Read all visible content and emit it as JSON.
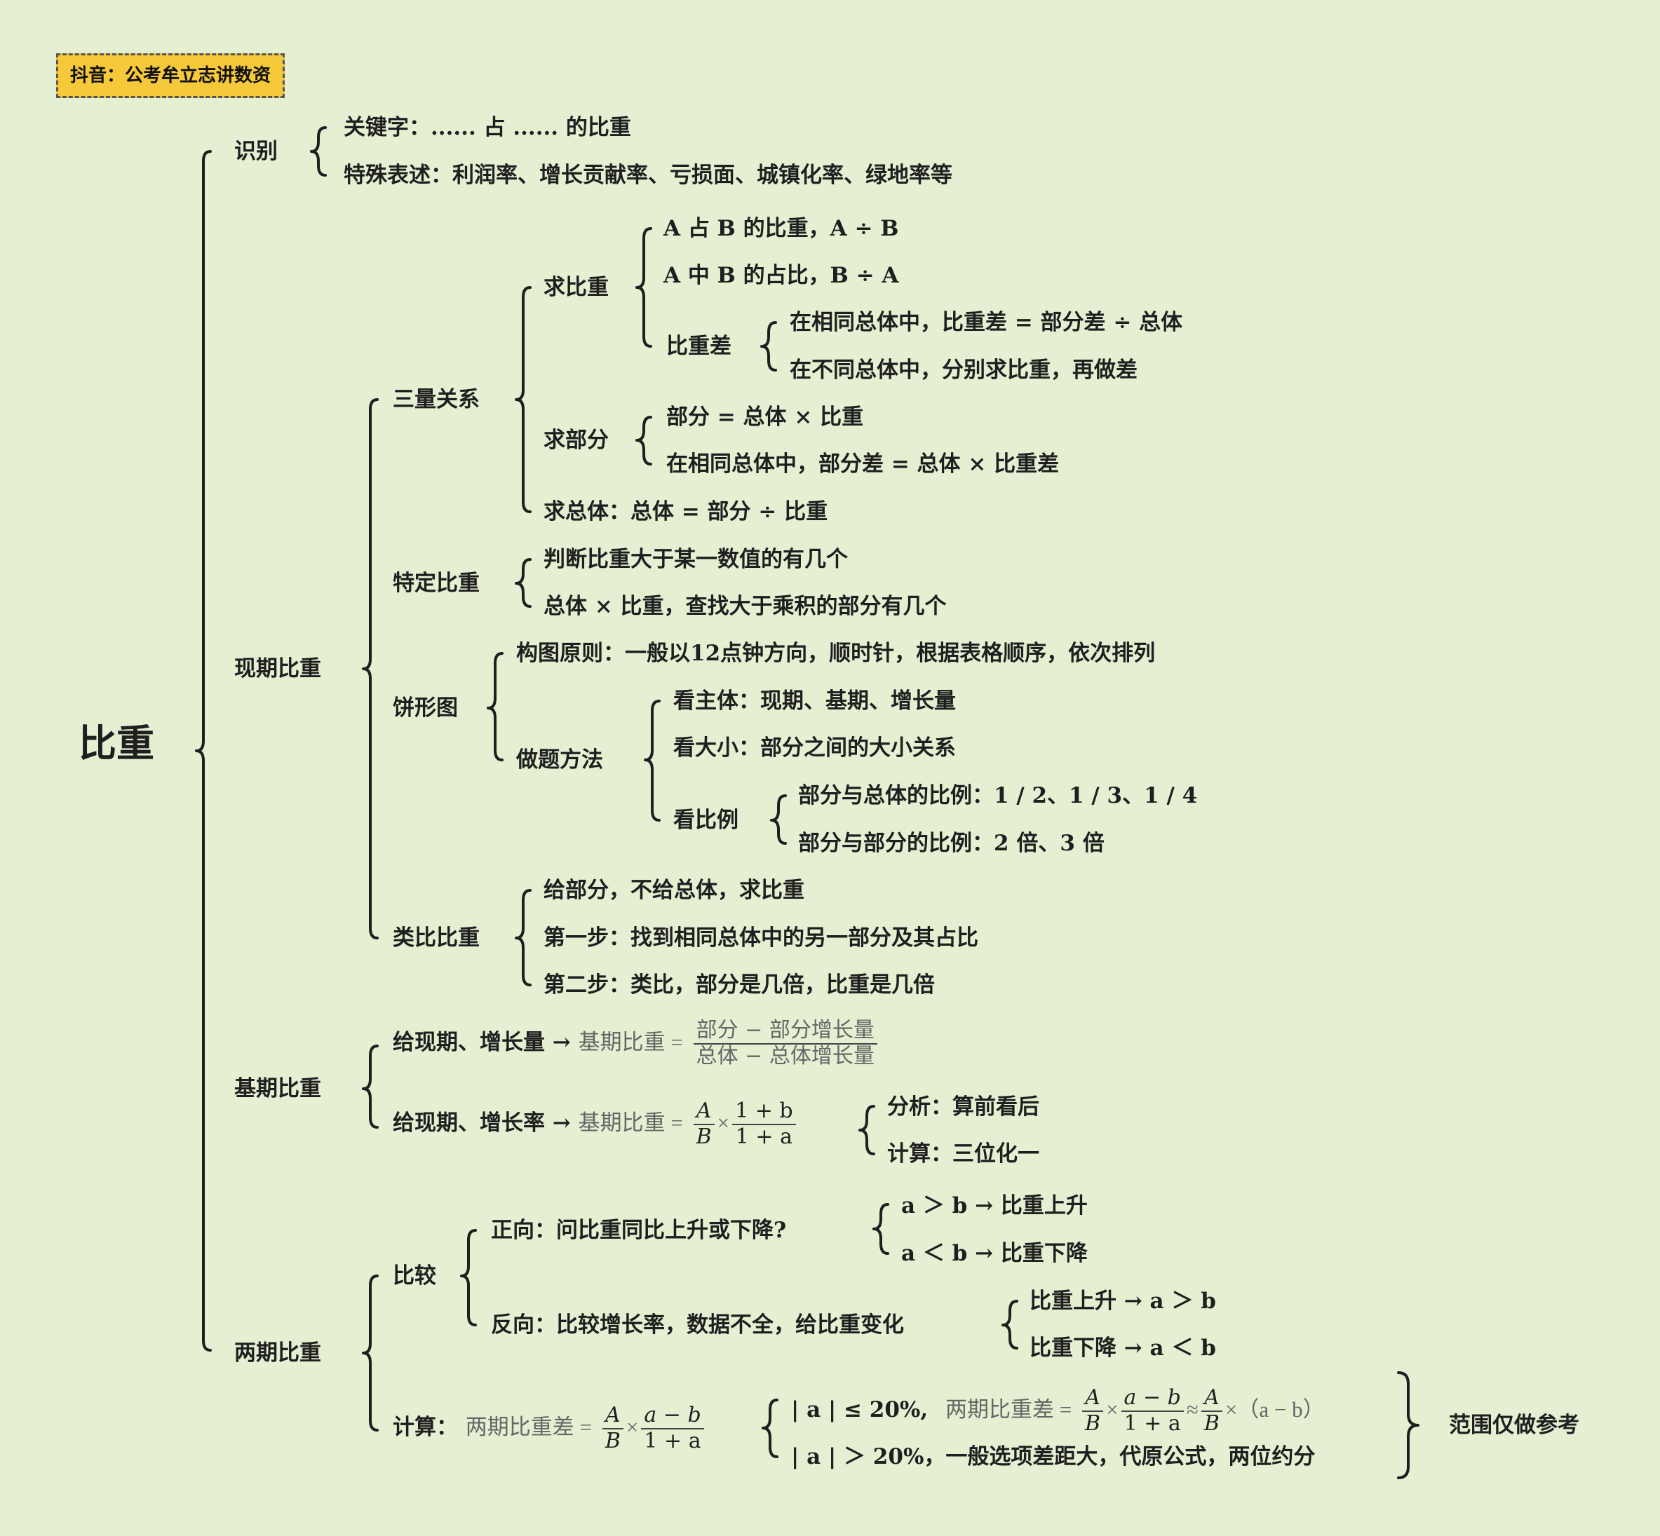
{
  "badge": "抖音：公考牟立志讲数资",
  "root": "比重",
  "shibie": {
    "label": "识别",
    "items": [
      "关键字：...... 占 ...... 的比重",
      "特殊表述：利润率、增长贡献率、亏损面、城镇化率、绿地率等"
    ]
  },
  "xianqi": {
    "label": "现期比重",
    "sanliang": {
      "label": "三量关系",
      "qiubizhong": {
        "label": "求比重",
        "items": [
          "A 占 B 的比重，A ÷ B",
          "A 中 B 的占比，B ÷ A"
        ],
        "bizhongcha": {
          "label": "比重差",
          "items": [
            "在相同总体中，比重差 = 部分差 ÷ 总体",
            "在不同总体中，分别求比重，再做差"
          ]
        }
      },
      "qiubufen": {
        "label": "求部分",
        "items": [
          "部分 = 总体 × 比重",
          "在相同总体中，部分差 = 总体 × 比重差"
        ]
      },
      "qiuzongti": "求总体：总体 = 部分 ÷ 比重"
    },
    "teding": {
      "label": "特定比重",
      "items": [
        "判断比重大于某一数值的有几个",
        "总体 × 比重，查找大于乘积的部分有几个"
      ]
    },
    "bingxing": {
      "label": "饼形图",
      "goutu": "构图原则：一般以12点钟方向，顺时针，根据表格顺序，依次排列",
      "zuoti": {
        "label": "做题方法",
        "items": [
          "看主体：现期、基期、增长量",
          "看大小：部分之间的大小关系"
        ],
        "bili": {
          "label": "看比例",
          "items": [
            "部分与总体的比例：1 / 2、1 / 3、1 / 4",
            "部分与部分的比例：2 倍、3 倍"
          ]
        }
      }
    },
    "leibi": {
      "label": "类比比重",
      "items": [
        "给部分，不给总体，求比重",
        "第一步：找到相同总体中的另一部分及其占比",
        "第二步：类比，部分是几倍，比重是几倍"
      ]
    }
  },
  "jiqi": {
    "label": "基期比重",
    "r1": {
      "lead": "给现期、增长量 →",
      "lhs": "基期比重 =",
      "num": "部分 − 部分增长量",
      "den": "总体 − 总体增长量"
    },
    "r2": {
      "lead": "给现期、增长率 →",
      "lhs": "基期比重 =",
      "f1n": "A",
      "f1d": "B",
      "times": "×",
      "f2n": "1 + b",
      "f2d": "1 + a",
      "items": [
        "分析：算前看后",
        "计算：三位化一"
      ]
    }
  },
  "liangqi": {
    "label": "两期比重",
    "bijiao": {
      "label": "比较",
      "zheng": {
        "label": "正向：问比重同比上升或下降?",
        "items": [
          "a ＞ b → 比重上升",
          "a ＜ b → 比重下降"
        ]
      },
      "fan": {
        "label": "反向：比较增长率，数据不全，给比重变化",
        "items": [
          "比重上升 → a ＞ b",
          "比重下降 → a ＜ b"
        ]
      }
    },
    "jisuan": {
      "label": "计算：",
      "lhs": "两期比重差 =",
      "f1n": "A",
      "f1d": "B",
      "times": "×",
      "f2n": "a − b",
      "f2d": "1 + a",
      "c1": {
        "cond": "| a | ≤ 20%,",
        "lhs": "两期比重差 =",
        "f1n": "A",
        "f1d": "B",
        "times": "×",
        "f2n": "a − b",
        "f2d": "1 + a",
        "approx": "≈",
        "f3n": "A",
        "f3d": "B",
        "tail": "×（a − b）"
      },
      "c2": "| a | ＞ 20%，一般选项差距大，代原公式，两位约分",
      "note": "范围仅做参考"
    }
  }
}
